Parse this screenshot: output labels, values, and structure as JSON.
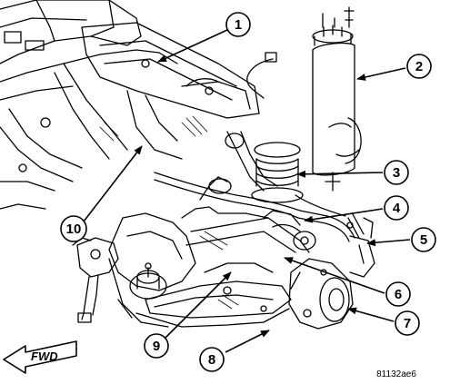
{
  "callouts": [
    {
      "number": "1"
    },
    {
      "number": "2"
    },
    {
      "number": "3"
    },
    {
      "number": "4"
    },
    {
      "number": "5"
    },
    {
      "number": "6"
    },
    {
      "number": "7"
    },
    {
      "number": "8"
    },
    {
      "number": "9"
    },
    {
      "number": "10"
    }
  ],
  "direction_label": "FWD",
  "figure_code": "81132ae6"
}
